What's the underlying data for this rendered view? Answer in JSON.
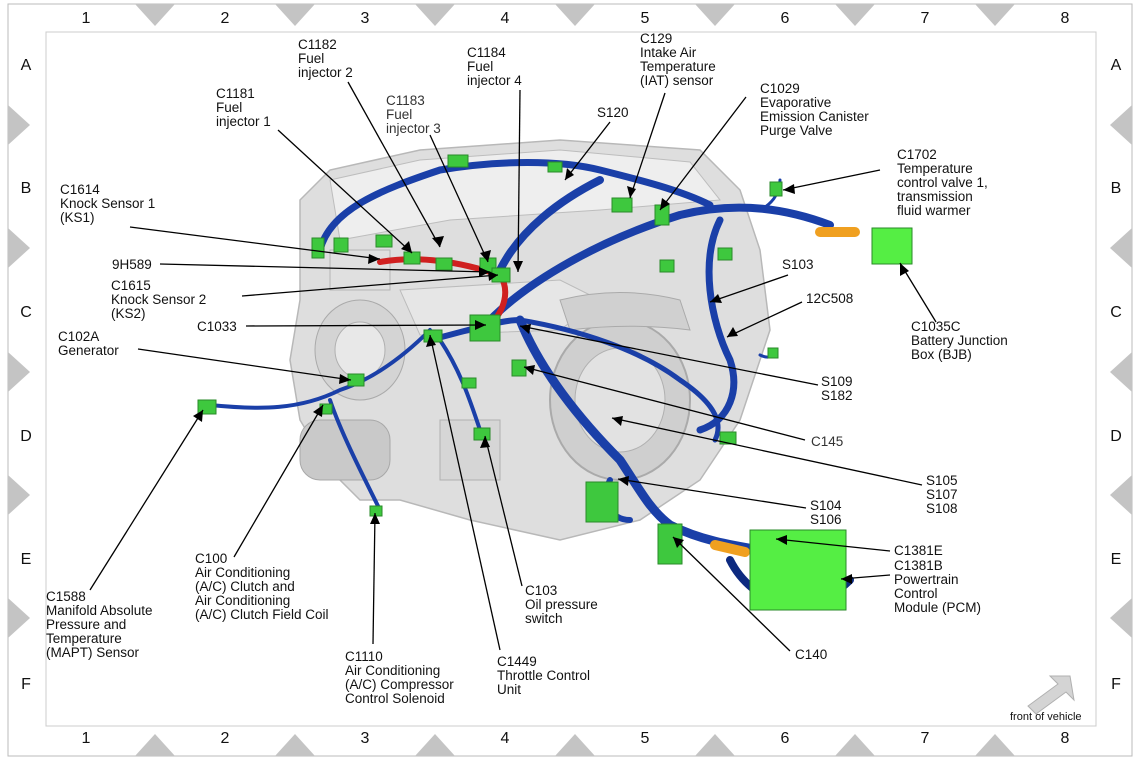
{
  "grid": {
    "columns": [
      "1",
      "2",
      "3",
      "4",
      "5",
      "6",
      "7",
      "8"
    ],
    "rows": [
      "A",
      "B",
      "C",
      "D",
      "E",
      "F"
    ]
  },
  "labels": {
    "c1182": "C1182\nFuel\ninjector 2",
    "c1184": "C1184\nFuel\ninjector 4",
    "c129": "C129\nIntake Air\nTemperature\n(IAT) sensor",
    "c1181": "C1181\nFuel\ninjector 1",
    "c1183": "C1183\nFuel\ninjector 3",
    "s120": "S120",
    "c1029": "C1029\nEvaporative\nEmission Canister\nPurge Valve",
    "c1702": "C1702\nTemperature\ncontrol valve 1,\ntransmission\nfluid warmer",
    "c1614": "C1614\nKnock Sensor 1\n(KS1)",
    "h9h589": "9H589",
    "s103": "S103",
    "c1615": "C1615\nKnock Sensor 2\n(KS2)",
    "c12c508": "12C508",
    "c1033": "C1033",
    "c1035c": "C1035C\nBattery Junction\nBox (BJB)",
    "c102a": "C102A\nGenerator",
    "s109": "S109\nS182",
    "c145": "C145",
    "s105": "S105\nS107\nS108",
    "s104": "S104\nS106",
    "c1381e": "C1381E",
    "c1381b": "C1381B\nPowertrain\nControl\nModule (PCM)",
    "c100": "C100\nAir Conditioning\n(A/C) Clutch and\nAir Conditioning\n(A/C) Clutch Field Coil",
    "c103": "C103\nOil pressure\nswitch",
    "c1588": "C1588\nManifold Absolute\nPressure and\nTemperature\n(MAPT) Sensor",
    "c140": "C140",
    "c1110": "C1110\nAir Conditioning\n(A/C) Compressor\nControl Solenoid",
    "c1449": "C1449\nThrottle Control\nUnit",
    "front": "front of vehicle"
  },
  "colors": {
    "harness": "#1a3fa8",
    "harness_dark": "#0d2a80",
    "connector": "#3ec83e",
    "connector_bright": "#55ee44",
    "red_wire": "#d02020",
    "orange": "#f0a020",
    "engine": "#d8d8d8",
    "frame": "#c8c8c8"
  }
}
